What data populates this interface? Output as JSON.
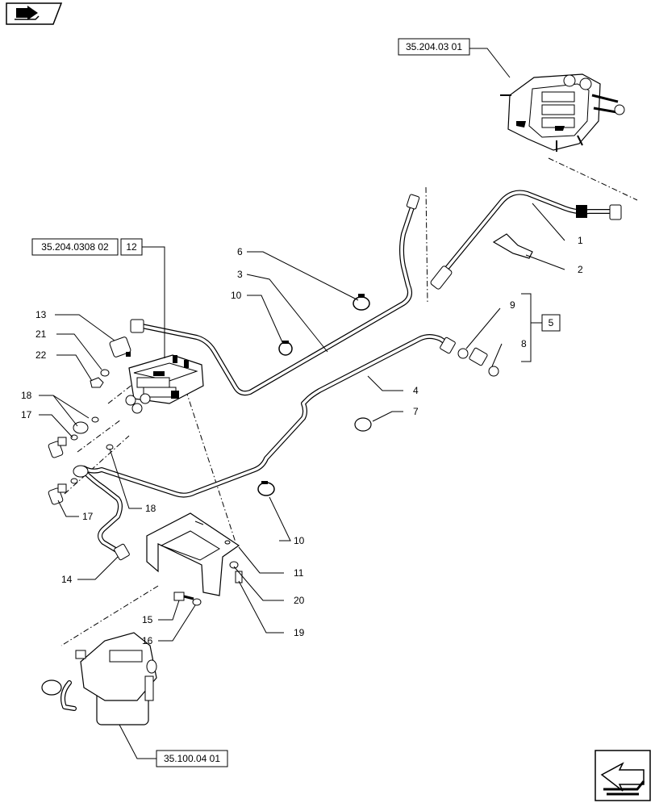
{
  "nav": {
    "prev_icon": "book-arrow-icon",
    "next_icon": "next-page-arrow-icon"
  },
  "references": {
    "top_valve": "35.204.03 01",
    "control_valve": "35.204.0308 02",
    "control_valve_item": "12",
    "item_5": "5",
    "filter": "35.100.04 01"
  },
  "callouts": {
    "c1": "1",
    "c2": "2",
    "c3": "3",
    "c4": "4",
    "c5": "5",
    "c6": "6",
    "c7": "7",
    "c8": "8",
    "c9": "9",
    "c10a": "10",
    "c10b": "10",
    "c11": "11",
    "c13": "13",
    "c14": "14",
    "c15": "15",
    "c16": "16",
    "c17a": "17",
    "c17b": "17",
    "c18a": "18",
    "c18b": "18",
    "c19": "19",
    "c20": "20",
    "c21": "21",
    "c22": "22"
  }
}
